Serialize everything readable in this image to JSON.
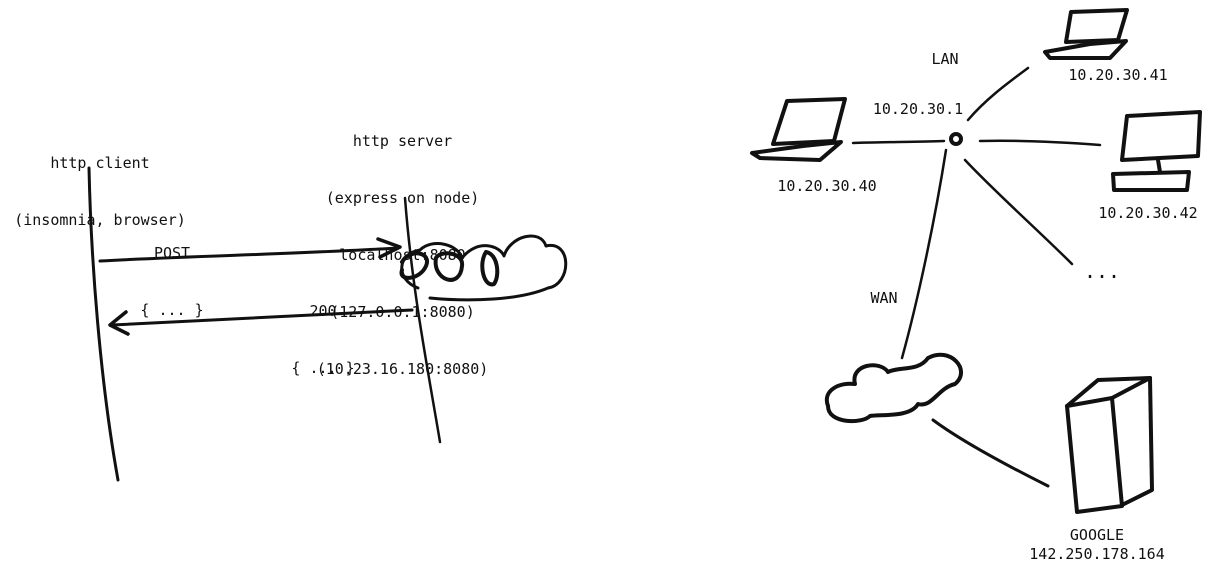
{
  "http_client": {
    "title": "http client",
    "subtitle": "(insomnia, browser)"
  },
  "http_server": {
    "title": "http server",
    "line1": "(express on node)",
    "line2": "localhost:8080",
    "line3": "(127.0.0.1:8080)",
    "line4": "(10.23.16.180:8080)"
  },
  "request": {
    "method": "POST",
    "body": "{ ... }"
  },
  "response": {
    "status": "200",
    "body": "{ ... }"
  },
  "network": {
    "lan_label": "LAN",
    "wan_label": "WAN",
    "router_ip": "10.20.30.1",
    "laptop_left_ip": "10.20.30.40",
    "laptop_top_ip": "10.20.30.41",
    "desktop_ip": "10.20.30.42",
    "more": "...",
    "google_name": "GOOGLE",
    "google_ip": "142.250.178.164"
  },
  "ink_color": "#111111"
}
